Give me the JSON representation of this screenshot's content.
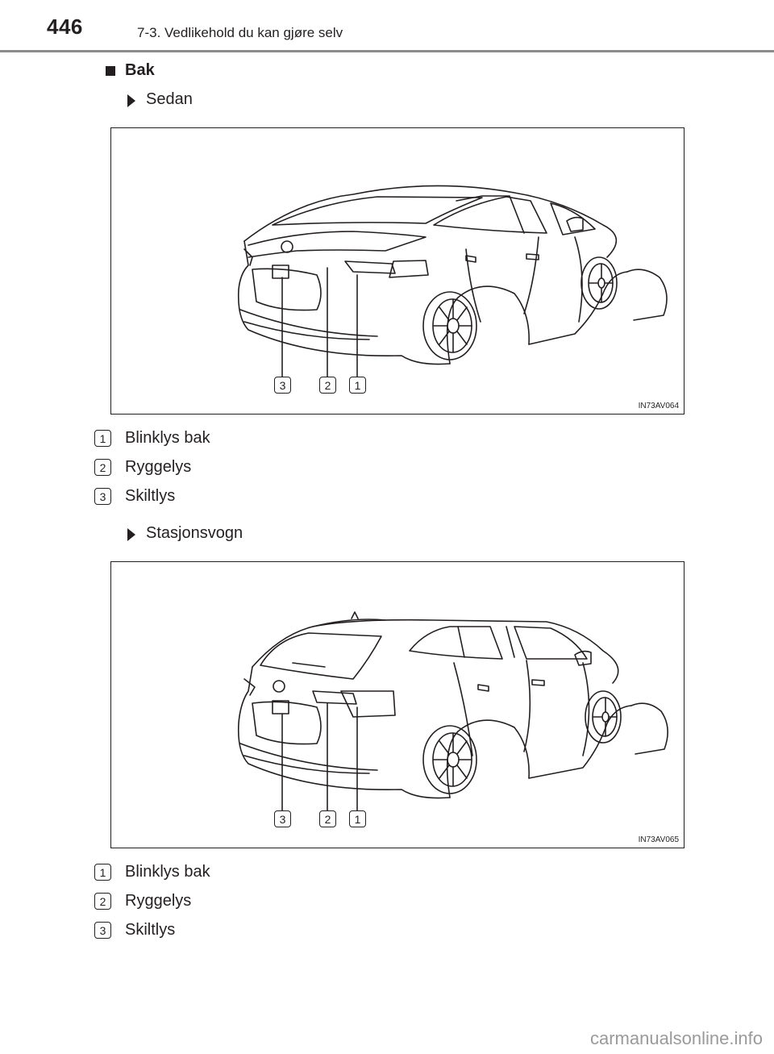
{
  "header": {
    "page_number": "446",
    "title": "7-3. Vedlikehold du kan gjøre selv"
  },
  "section": {
    "title": "Bak"
  },
  "sedan": {
    "subtitle": "Sedan",
    "figure_code": "IN73AV064",
    "callouts": [
      "3",
      "2",
      "1"
    ],
    "legend": [
      {
        "num": "1",
        "label": "Blinklys bak"
      },
      {
        "num": "2",
        "label": "Ryggelys"
      },
      {
        "num": "3",
        "label": "Skiltlys"
      }
    ]
  },
  "wagon": {
    "subtitle": "Stasjonsvogn",
    "figure_code": "IN73AV065",
    "callouts": [
      "3",
      "2",
      "1"
    ],
    "legend": [
      {
        "num": "1",
        "label": "Blinklys bak"
      },
      {
        "num": "2",
        "label": "Ryggelys"
      },
      {
        "num": "3",
        "label": "Skiltlys"
      }
    ]
  },
  "footer": {
    "watermark": "carmanualsonline.info"
  }
}
